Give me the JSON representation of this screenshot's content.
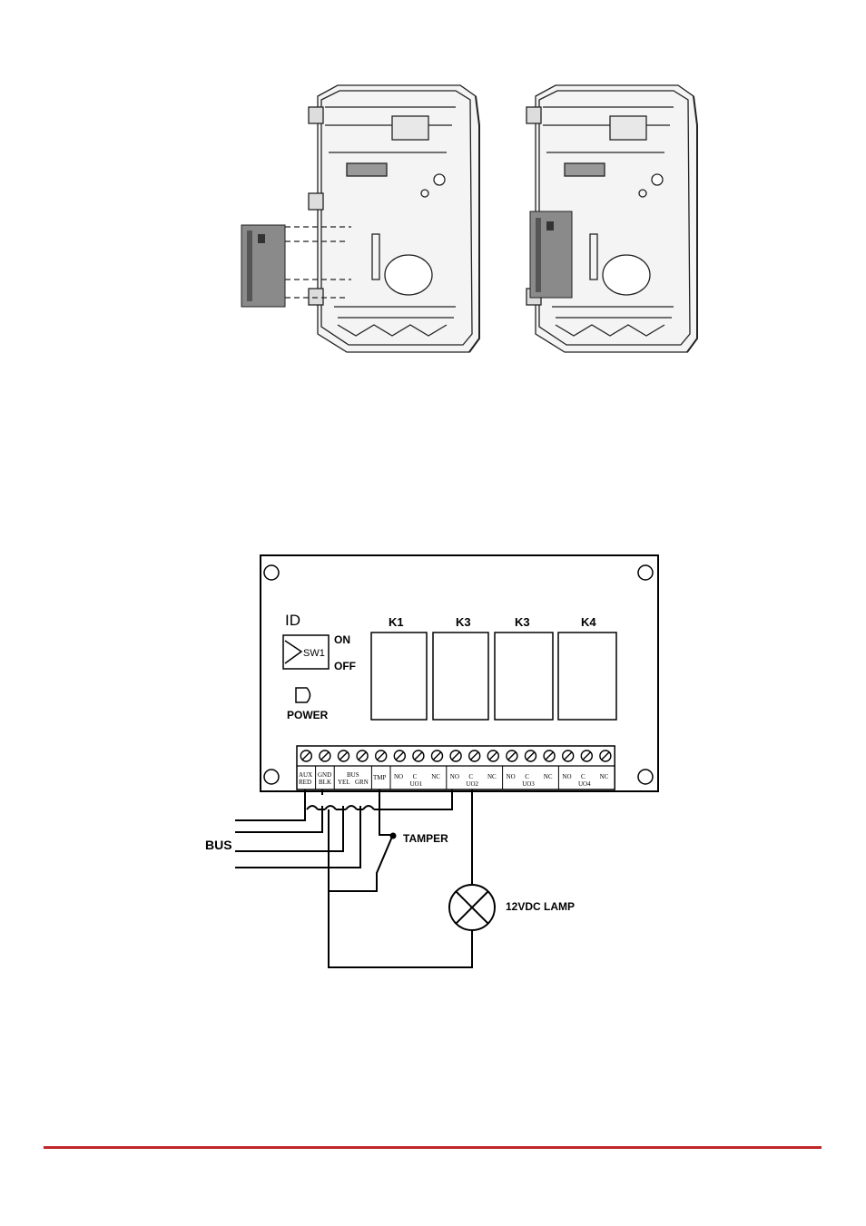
{
  "board": {
    "id_label": "ID",
    "switch_label": "SW1",
    "switch_on": "ON",
    "switch_off": "OFF",
    "power_label": "POWER",
    "relays": [
      "K1",
      "K3",
      "K3",
      "K4"
    ]
  },
  "terminals": {
    "aux": [
      "AUX",
      "RED"
    ],
    "gnd": [
      "GND",
      "BLK"
    ],
    "bus": [
      "BUS",
      "YEL",
      "GRN"
    ],
    "tmp": "TMP",
    "contacts": [
      "NO",
      "C",
      "NC"
    ],
    "outputs": [
      "UO1",
      "UO2",
      "UO3",
      "UO4"
    ]
  },
  "wiring": {
    "bus_label": "BUS",
    "tamper_label": "TAMPER",
    "lamp_label": "12VDC LAMP"
  },
  "colors": {
    "footer_rule": "#c0272d",
    "board_line": "#000000",
    "module_fill": "#8a8a8a"
  }
}
